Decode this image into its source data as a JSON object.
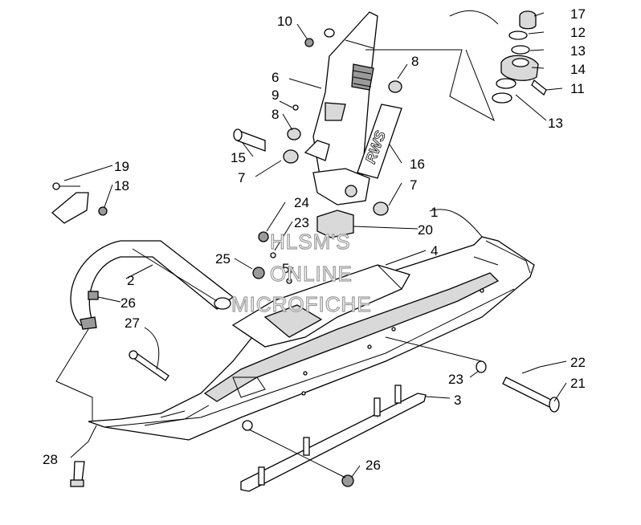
{
  "watermark": [
    "HLSM'S",
    "ONLINE",
    "MICROFICHE"
  ],
  "callouts": [
    "1",
    "2",
    "3",
    "4",
    "5",
    "6",
    "7",
    "7",
    "8",
    "8",
    "9",
    "10",
    "11",
    "12",
    "13",
    "13",
    "14",
    "15",
    "16",
    "17",
    "18",
    "19",
    "20",
    "21",
    "22",
    "23",
    "23",
    "24",
    "25",
    "26",
    "26",
    "27",
    "28"
  ],
  "badge_text": "RWS",
  "colors": {
    "line": "#000000",
    "shade": "#d9d9d9",
    "dark": "#9a9a9a",
    "watermark_outline": "#9a9a9a"
  }
}
